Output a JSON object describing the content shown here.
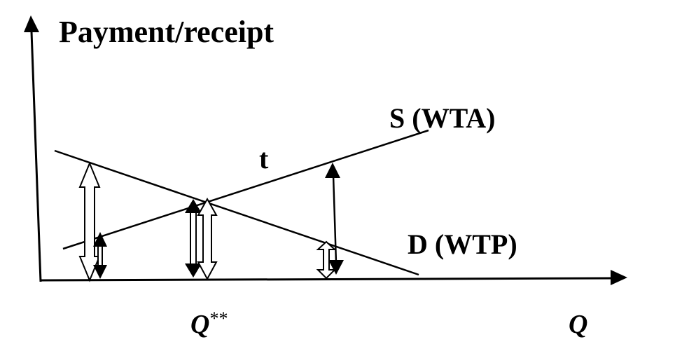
{
  "diagram": {
    "y_axis_label": "Payment/receipt",
    "x_axis_label": "Q",
    "supply_label": "S (WTA)",
    "demand_label": "D (WTP)",
    "tax_label": "t",
    "equilibrium_label": "Q",
    "equilibrium_superscript": "**",
    "colors": {
      "ink": "#000000",
      "background": "#ffffff"
    },
    "curves": [
      {
        "id": "demand",
        "name": "D (WTP)",
        "slope": "downward"
      },
      {
        "id": "supply",
        "name": "S (WTA)",
        "slope": "upward"
      }
    ],
    "arrows": [
      {
        "id": "wtp-left",
        "style": "hollow-double",
        "position": "left of Q**",
        "spans": "axis to demand"
      },
      {
        "id": "wta-left",
        "style": "solid-double",
        "position": "left of Q**",
        "spans": "axis to supply"
      },
      {
        "id": "wta-eq",
        "style": "solid-double",
        "position": "at Q**",
        "spans": "axis to supply"
      },
      {
        "id": "wtp-eq",
        "style": "hollow-double",
        "position": "at Q**",
        "spans": "axis to demand"
      },
      {
        "id": "wtp-right",
        "style": "hollow-double",
        "position": "right of Q**",
        "spans": "axis to demand"
      },
      {
        "id": "wta-right",
        "style": "solid-double",
        "position": "right of Q**",
        "spans": "axis to supply"
      }
    ]
  }
}
